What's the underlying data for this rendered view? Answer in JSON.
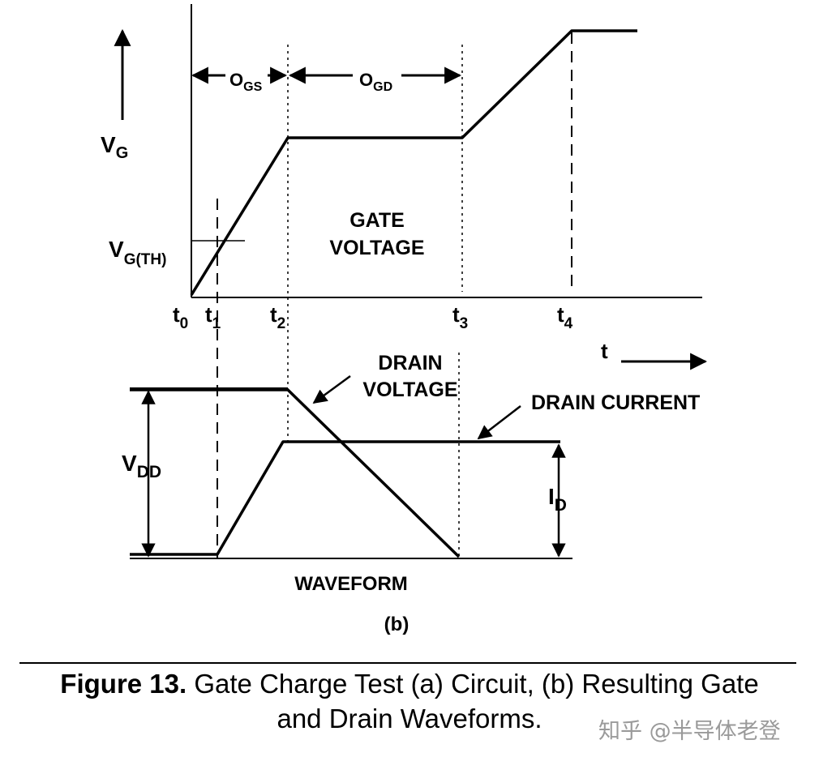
{
  "diagram": {
    "vg_main": "V",
    "vg_sub": "G",
    "vgth_main": "V",
    "vgth_sub": "G(TH)",
    "qgs_main": "O",
    "qgs_sub": "GS",
    "qgd_main": "O",
    "qgd_sub": "GD",
    "gate_voltage_line1": "GATE",
    "gate_voltage_line2": "VOLTAGE",
    "t_main": "t",
    "t0_sub": "0",
    "t1_sub": "1",
    "t2_sub": "2",
    "t3_sub": "3",
    "t4_sub": "4",
    "t_axis": "t",
    "drain_voltage_line1": "DRAIN",
    "drain_voltage_line2": "VOLTAGE",
    "drain_current": "DRAIN CURRENT",
    "vdd_main": "V",
    "vdd_sub": "DD",
    "id_main": "I",
    "id_sub": "D",
    "waveform": "WAVEFORM",
    "panel": "(b)"
  },
  "caption": {
    "figure_label": "Figure 13.",
    "line1_rest": " Gate Charge Test (a) Circuit, (b) Resulting Gate",
    "line2": "and Drain Waveforms."
  },
  "watermark": "知乎 @半导体老登"
}
